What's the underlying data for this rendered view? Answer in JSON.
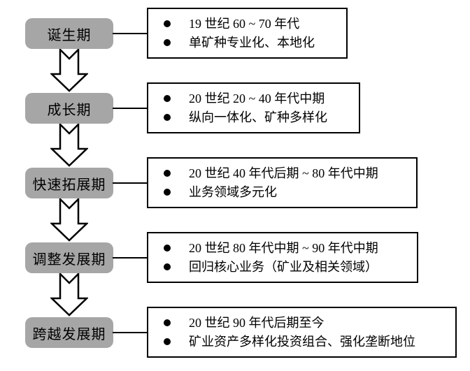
{
  "diagram": {
    "stages": [
      {
        "label": "诞生期",
        "bullets": [
          "19 世纪 60 ~ 70 年代",
          "单矿种专业化、本地化"
        ]
      },
      {
        "label": "成长期",
        "bullets": [
          "20 世纪 20 ~ 40 年代中期",
          "纵向一体化、矿种多样化"
        ]
      },
      {
        "label": "快速拓展期",
        "bullets": [
          "20 世纪 40 年代后期 ~ 80 年代中期",
          "业务领域多元化"
        ]
      },
      {
        "label": "调整发展期",
        "bullets": [
          "20 世纪 80 年代中期 ~ 90 年代中期",
          "回归核心业务（矿业及相关领域）"
        ]
      },
      {
        "label": "跨越发展期",
        "bullets": [
          "20 世纪 90 年代后期至今",
          "矿业资产多样化投资组合、强化垄断地位"
        ]
      }
    ],
    "bullet_glyph": "●",
    "colors": {
      "stage_fill": "#a6a6a6",
      "box_border": "#000000",
      "arrow_fill": "#ffffff",
      "background": "#ffffff",
      "text": "#000000"
    }
  }
}
